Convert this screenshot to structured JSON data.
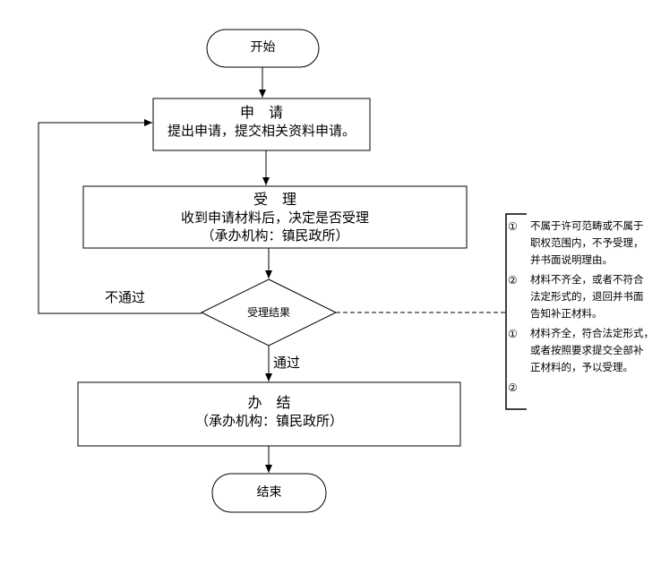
{
  "start": {
    "label": "开始"
  },
  "apply": {
    "title": "申　请",
    "desc": "提出申请，提交相关资料申请。"
  },
  "accept": {
    "title": "受　理",
    "desc": "收到申请材料后，决定是否受理",
    "org": "（承办机构：镇民政所）"
  },
  "decision": {
    "label": "受理结果"
  },
  "edges": {
    "reject": "不通过",
    "pass": "通过"
  },
  "finish": {
    "title": "办　结",
    "org": "（承办机构：镇民政所）"
  },
  "end": {
    "label": "结束"
  },
  "notes": [
    {
      "marker": "①",
      "lines": [
        "不属于许可范畴或不属于",
        "职权范围内，不予受理，",
        "并书面说明理由。"
      ]
    },
    {
      "marker": "②",
      "lines": [
        "材料不齐全，或者不符合",
        "法定形式的，退回并书面",
        "告知补正材料。"
      ]
    },
    {
      "marker": "①",
      "lines": [
        "材料齐全，符合法定形式，",
        "或者按照要求提交全部补",
        "正材料的，予以受理。"
      ]
    },
    {
      "marker": "②",
      "lines": []
    }
  ]
}
